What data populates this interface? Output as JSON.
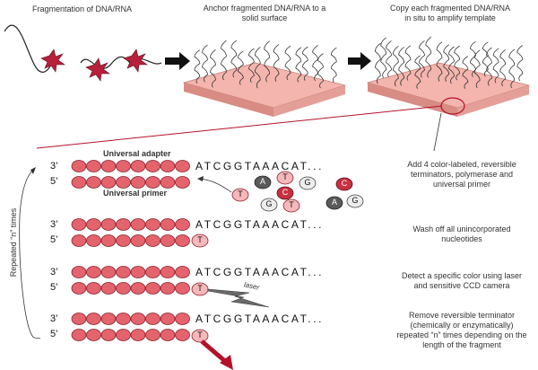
{
  "steps_top": {
    "fragmentation": "Fragmentation of DNA/RNA",
    "anchor": "Anchor fragmented DNA/RNA to a solid surface",
    "copy": "Copy each fragmented DNA/RNA in situ to amplify template"
  },
  "adapter_label": "Universal adapter",
  "primer_label": "Universal primer",
  "prime3": "3’",
  "prime5": "5’",
  "sequence": "ATCGGTAAACAT...",
  "nucleotide_letters": [
    "T",
    "A",
    "T",
    "G",
    "C",
    "G",
    "T",
    "C",
    "A",
    "G",
    "T"
  ],
  "laser_label": "laser",
  "repeat_label": "Repeated “n” times",
  "step_texts": [
    "Add 4 color-labeled, reversible terminators, polymerase and universal primer",
    "Wash off all unincorporated nucleotides",
    "Detect a specific color using laser and sensitive CCD camera",
    "Remove reversible terminator (chemically or enzymatically) repeated “n” times depending on the length of the fragment"
  ],
  "colors": {
    "bead_fill": "#e4646e",
    "bead_stroke": "#8a1f29",
    "slide_top": "#f3b5ad",
    "slide_side": "#d98c84",
    "arrow_red": "#b3122a",
    "dark_nuc": "#5a5a5a",
    "red_nuc": "#c8313f"
  }
}
